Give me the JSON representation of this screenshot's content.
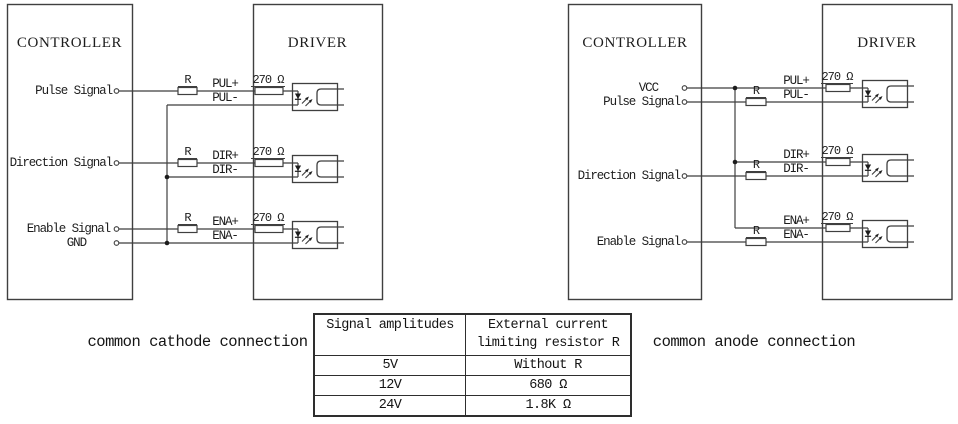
{
  "diagrams": {
    "cathode": {
      "controller_title": "CONTROLLER",
      "driver_title": "DRIVER",
      "caption": "common cathode connection",
      "terminals": [
        "Pulse Signal",
        "Direction Signal",
        "Enable Signal",
        "GND"
      ],
      "channels": [
        {
          "plus": "PUL+",
          "minus": "PUL-",
          "r": "R",
          "limit": "270 Ω"
        },
        {
          "plus": "DIR+",
          "minus": "DIR-",
          "r": "R",
          "limit": "270 Ω"
        },
        {
          "plus": "ENA+",
          "minus": "ENA-",
          "r": "R",
          "limit": "270 Ω"
        }
      ]
    },
    "anode": {
      "controller_title": "CONTROLLER",
      "driver_title": "DRIVER",
      "caption": "common anode connection",
      "terminals": [
        "VCC",
        "Pulse Signal",
        "Direction Signal",
        "Enable Signal"
      ],
      "channels": [
        {
          "plus": "PUL+",
          "minus": "PUL-",
          "r": "R",
          "limit": "270 Ω"
        },
        {
          "plus": "DIR+",
          "minus": "DIR-",
          "r": "R",
          "limit": "270 Ω"
        },
        {
          "plus": "ENA+",
          "minus": "ENA-",
          "r": "R",
          "limit": "270 Ω"
        }
      ]
    }
  },
  "table": {
    "col1_header": "Signal amplitudes",
    "col2_header_line1": "External current",
    "col2_header_line2": "limiting resistor R",
    "rows": [
      {
        "amplitude": "5V",
        "resistor": "Without R"
      },
      {
        "amplitude": "12V",
        "resistor": "680 Ω"
      },
      {
        "amplitude": "24V",
        "resistor": "1.8K Ω"
      }
    ]
  }
}
